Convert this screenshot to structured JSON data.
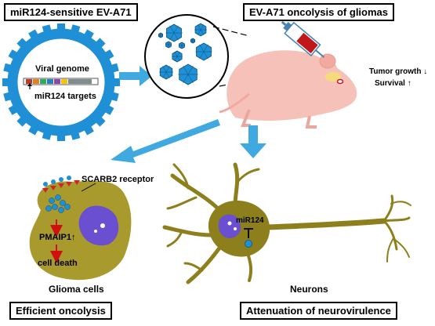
{
  "panels": {
    "top_left_title": "miR124-sensitive EV-A71",
    "top_right_title": "EV-A71 oncolysis of gliomas",
    "bottom_left_title": "Efficient oncolysis",
    "bottom_right_title": "Attenuation of neurovirulence"
  },
  "virus": {
    "genome_label": "Viral genome",
    "targets_label": "miR124 targets"
  },
  "mouse": {
    "tumor_growth": "Tumor growth ↓",
    "survival": "Survival ↑"
  },
  "glioma": {
    "receptor_label": "SCARB2 receptor",
    "pmaip_label": "PMAIP1↑",
    "death_label": "cell death",
    "cell_label": "Glioma cells"
  },
  "neuron": {
    "mir_label": "miR124",
    "cell_label": "Neurons"
  },
  "colors": {
    "capsid_blue": "#1f8fd6",
    "arrow_blue": "#3fa9e0",
    "glioma_olive": "#a89a2c",
    "neuron_olive": "#8c7f1c",
    "nucleus_purple": "#6a4fd0",
    "mouse_pink": "#f6c1b8"
  }
}
